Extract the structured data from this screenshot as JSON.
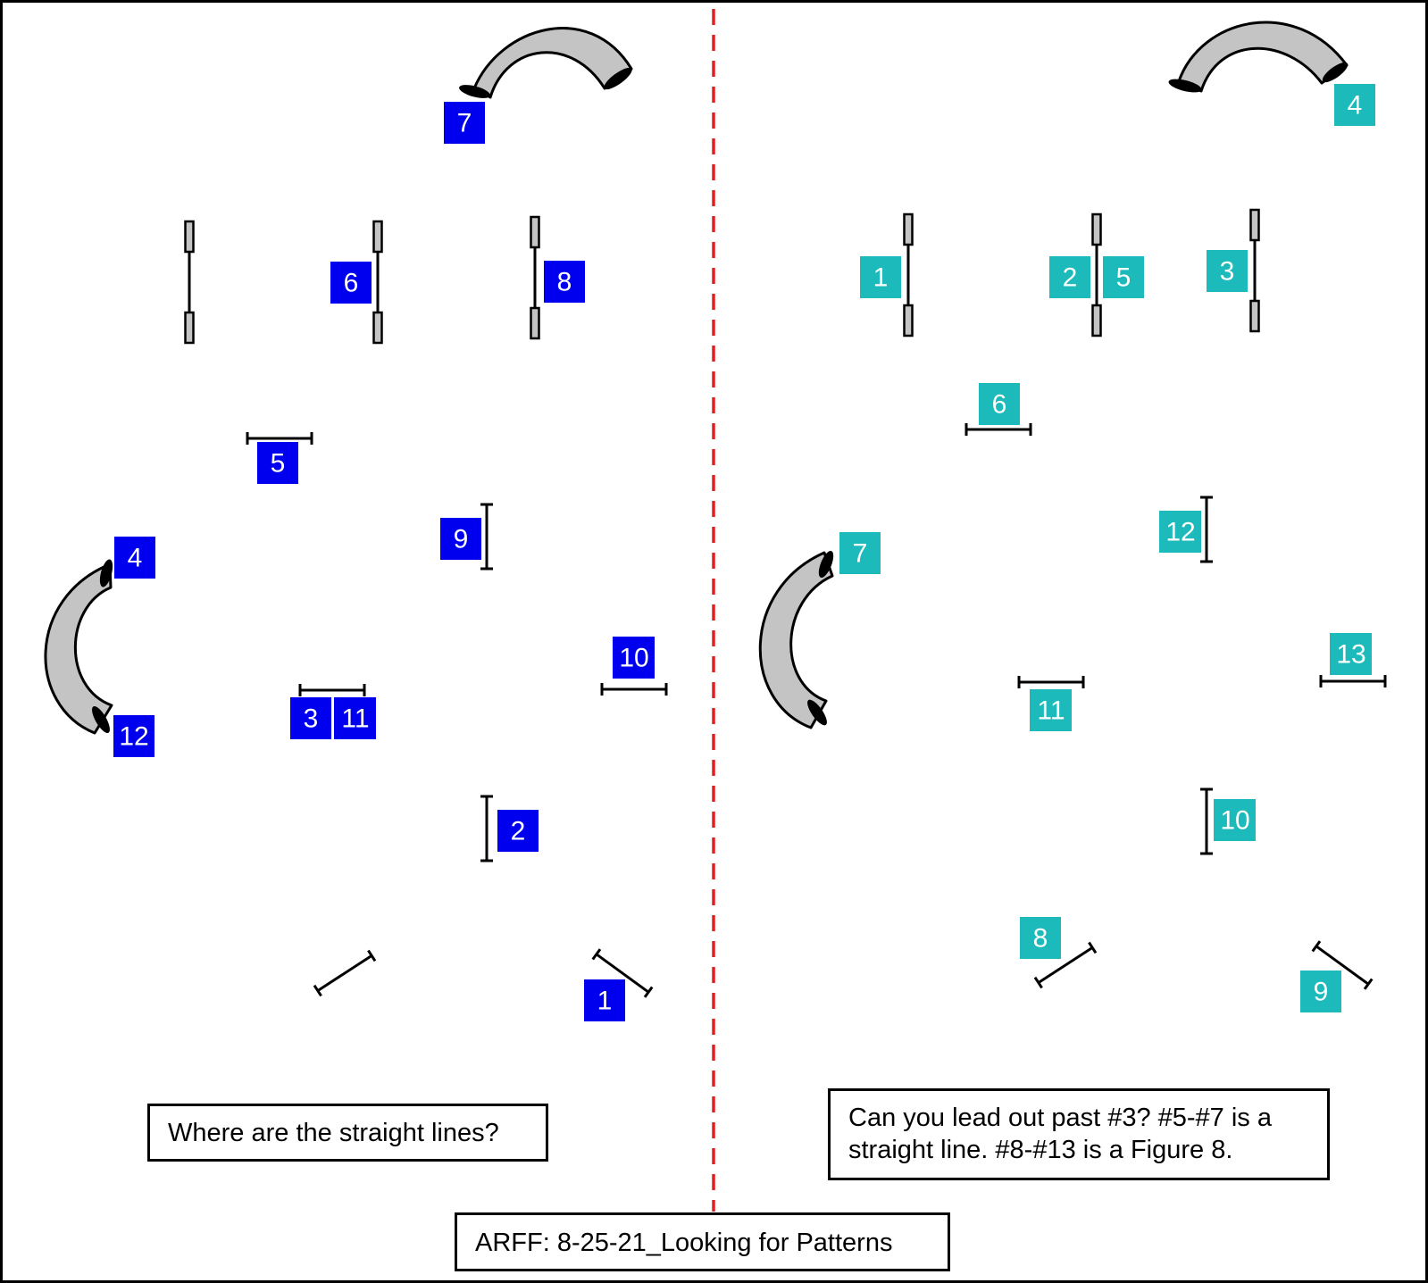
{
  "colors": {
    "left_badge": "#0000ee",
    "right_badge": "#1cbaba",
    "divider": "#e02020",
    "tunnel": "#c4c4c4"
  },
  "left_course": {
    "numbers": [
      "1",
      "2",
      "3",
      "4",
      "5",
      "6",
      "7",
      "8",
      "9",
      "10",
      "11",
      "12"
    ],
    "note": "Where are the straight lines?"
  },
  "right_course": {
    "numbers": [
      "1",
      "2",
      "3",
      "4",
      "5",
      "6",
      "7",
      "8",
      "9",
      "10",
      "11",
      "12",
      "13"
    ],
    "note": "Can you lead out past #3? #5-#7 is a straight line. #8-#13 is a Figure 8."
  },
  "title": "ARFF: 8-25-21_Looking for Patterns"
}
